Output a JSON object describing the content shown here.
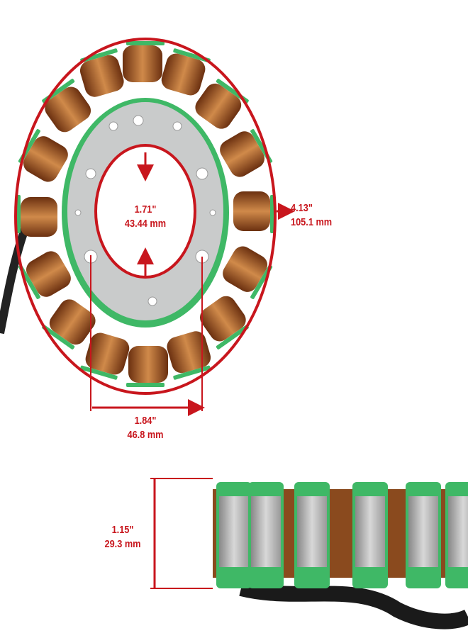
{
  "colors": {
    "annotation": "#c8161d",
    "copper": "#a9592a",
    "insulator": "#3fb866",
    "plate": "#c9cbcb"
  },
  "dimensions": {
    "inner_diameter": {
      "inch": "1.71\"",
      "mm": "43.44 mm"
    },
    "outer_diameter": {
      "inch": "4.13\"",
      "mm": "105.1 mm"
    },
    "bolt_spacing": {
      "inch": "1.84\"",
      "mm": "46.8 mm"
    },
    "height": {
      "inch": "1.15\"",
      "mm": "29.3 mm"
    }
  }
}
